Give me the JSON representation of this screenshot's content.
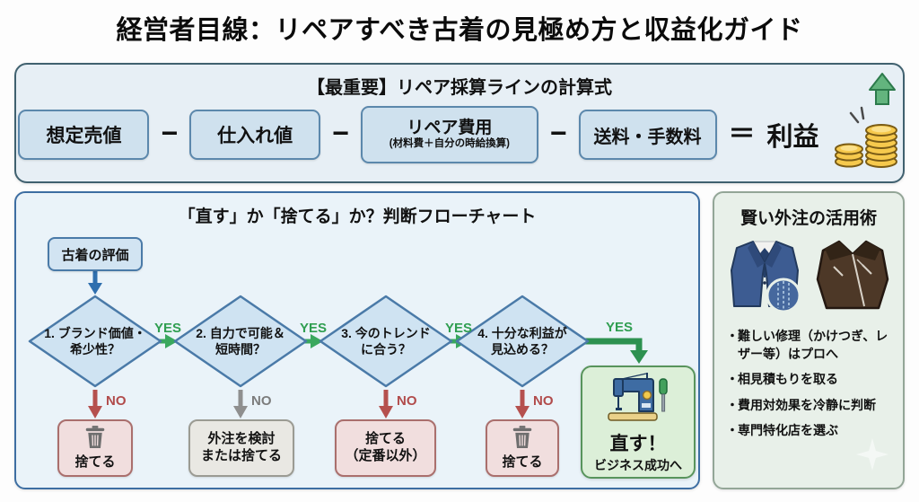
{
  "title": "経営者目線：リペアすべき古着の見極め方と収益化ガイド",
  "formula": {
    "heading": "【最重要】リペア採算ラインの計算式",
    "terms": [
      {
        "label": "想定売値"
      },
      {
        "label": "仕入れ値"
      },
      {
        "label": "リペア費用",
        "sub": "(材料費＋自分の時給換算)"
      },
      {
        "label": "送料・手数料"
      }
    ],
    "minus": "−",
    "equals": "＝",
    "result": "利益"
  },
  "flowchart": {
    "heading": "「直す」か「捨てる」か？判断フローチャート",
    "start": "古着の評価",
    "yes": "YES",
    "no": "NO",
    "decisions": [
      {
        "line1": "1. ブランド価値・",
        "line2": "希少性？"
      },
      {
        "line1": "2. 自力で可能＆",
        "line2": "短時間？"
      },
      {
        "line1": "3. 今のトレンド",
        "line2": "に合う？"
      },
      {
        "line1": "4. 十分な利益が",
        "line2": "見込める？"
      }
    ],
    "outcomes": [
      {
        "line1": "捨てる",
        "icon": "trash-icon"
      },
      {
        "line1": "外注を検討",
        "line2": "または捨てる"
      },
      {
        "line1": "捨てる",
        "line2": "（定番以外）"
      },
      {
        "line1": "捨てる",
        "icon": "trash-icon"
      }
    ],
    "success": {
      "line1": "直す！",
      "line2": "ビジネス成功へ",
      "icon": "sewing-machine-icon"
    }
  },
  "tips": {
    "heading": "賢い外注の活用術",
    "marker": "・",
    "bullets": [
      "難しい修理（かけつぎ、レザー等）はプロへ",
      "相見積もりを取る",
      "費用対効果を冷静に判断",
      "専門特化店を選ぶ"
    ],
    "icons": [
      "suit-jacket-icon",
      "leather-jacket-icon"
    ]
  },
  "colors": {
    "yes_green": "#2f9e50",
    "no_red": "#b14b4b",
    "no_gray": "#7c7c7c",
    "flow_border_blue": "#3d6ea2",
    "node_blue_fill": "#cfe3f2",
    "node_blue_border": "#4a7aa8",
    "outcome_pink": "#f1dede",
    "success_green_fill": "#dcefd8",
    "success_green_border": "#58945c",
    "coin_gold": "#f6c94d",
    "arrow_up_green": "#63b47e"
  }
}
